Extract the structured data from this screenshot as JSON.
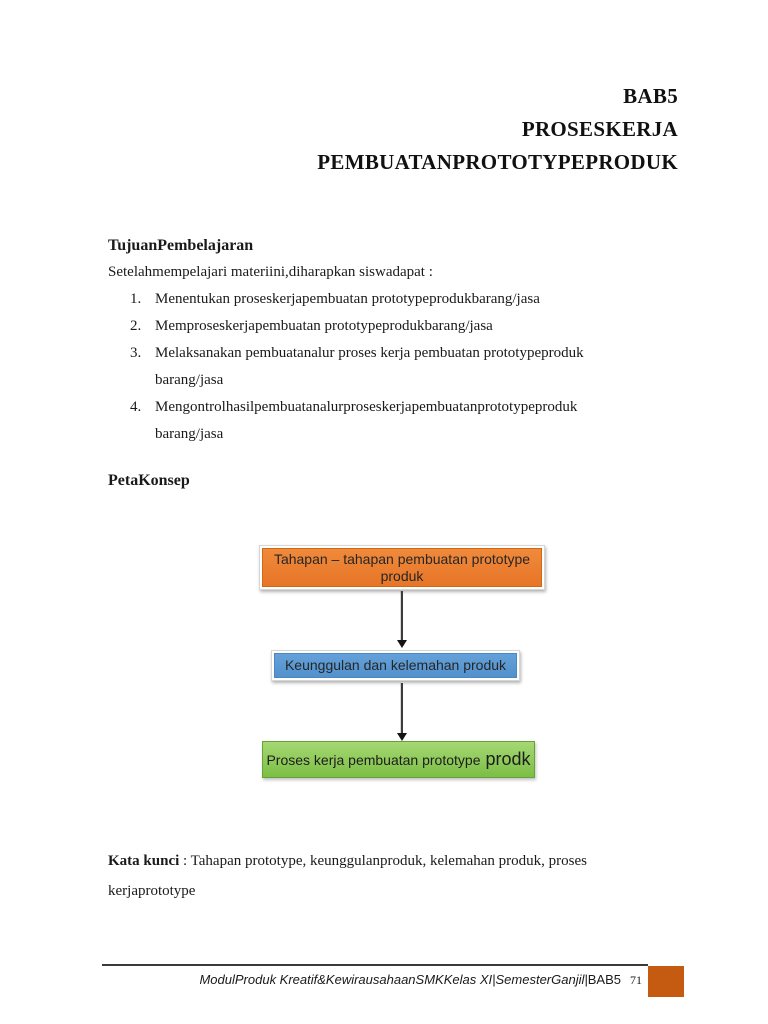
{
  "title": {
    "lines": [
      "BAB5",
      "PROSESKERJA",
      "PEMBUATANPROTOTYPEPRODUK"
    ]
  },
  "objectives": {
    "heading": "TujuanPembelajaran",
    "intro": "Setelahmempelajari materiini,diharapkan siswadapat :",
    "items": [
      {
        "num": "1.",
        "line1": "Menentukan proseskerjapembuatan prototypeprodukbarang/jasa"
      },
      {
        "num": "2.",
        "line1": "Memproseskerjapembuatan prototypeprodukbarang/jasa"
      },
      {
        "num": "3.",
        "line1": "Melaksanakan pembuatanalur proses kerja pembuatan prototypeproduk",
        "line2": "barang/jasa"
      },
      {
        "num": "4.",
        "line1": "Mengontrolhasilpembuatanalurproseskerjapembuatanprototypeproduk",
        "line2": "barang/jasa"
      }
    ]
  },
  "concept_map": {
    "heading": "PetaKonsep",
    "nodes": [
      {
        "label": "Tahapan – tahapan pembuatan prototype produk",
        "fill": "#ED7D31"
      },
      {
        "label": "Keunggulan dan kelemahan produk",
        "fill": "#5B9BD5"
      },
      {
        "label": "Proses kerja pembuatan prototype",
        "suffix": "prodk",
        "fill": "#8CC152"
      }
    ]
  },
  "keywords": {
    "label": "Kata kunci",
    "text": " : Tahapan prototype, keunggulanproduk, kelemahan produk, proses kerjaprototype"
  },
  "footer": {
    "module_text": "ModulProduk Kreatif&KewirausahaanSMKKelas XI|SemesterGanjil|",
    "chapter": "BAB5",
    "page_number": "71",
    "accent_color": "#C55A11"
  }
}
